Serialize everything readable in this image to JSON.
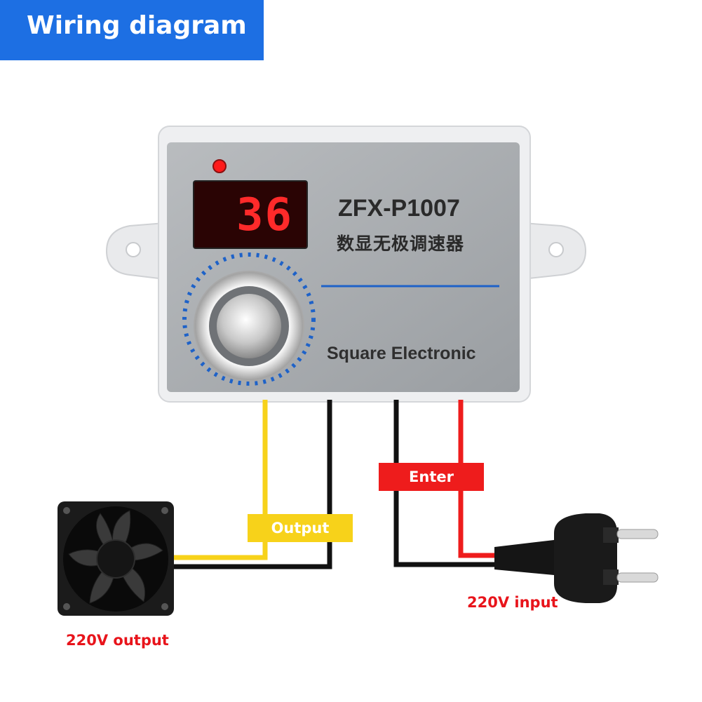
{
  "title": "Wiring diagram",
  "device": {
    "model": "ZFX-P1007",
    "name_cn": "数显无极调速器",
    "brand": "Square Electronic",
    "display_value": "36"
  },
  "labels": {
    "enter": "Enter",
    "output": "Output",
    "input_voltage": "220V input",
    "output_voltage": "220V output"
  },
  "colors": {
    "title_bg": "#1d6fe3",
    "wire_yellow": "#f7d21a",
    "wire_red": "#ee1c1c",
    "wire_black": "#111111",
    "label_red": "#e8141b"
  }
}
